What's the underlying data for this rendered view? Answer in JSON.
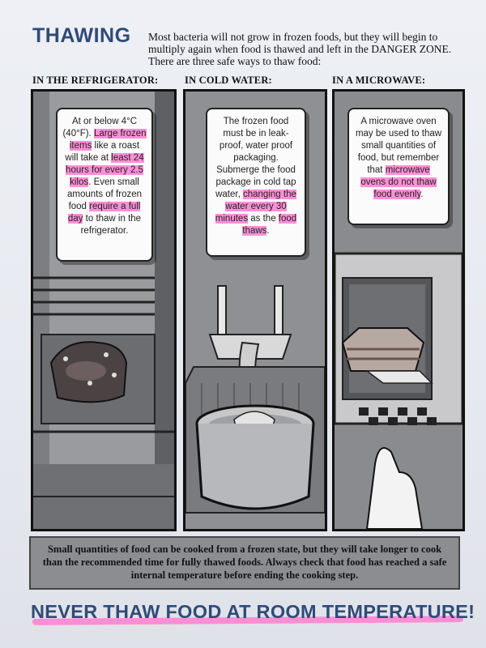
{
  "header": {
    "title": "THAWING",
    "intro": "Most bacteria will not grow in frozen foods, but they will begin to multiply again when food is thawed and left in the DANGER ZONE. There are three safe ways to thaw food:"
  },
  "columns": [
    {
      "heading": "IN THE REFRIGERATOR:",
      "bubble": [
        {
          "text": "At or below 4°C (40°F). "
        },
        {
          "text": "Large frozen items",
          "hl": true
        },
        {
          "text": " like a roast will take at "
        },
        {
          "text": "least 24 hours for every 2.5 kilos",
          "hl": true
        },
        {
          "text": ". Even small amounts of frozen food "
        },
        {
          "text": "require a full day",
          "hl": true
        },
        {
          "text": " to thaw in the refrigerator."
        }
      ]
    },
    {
      "heading": "IN COLD WATER:",
      "bubble": [
        {
          "text": "The frozen food must be in leak-proof, water proof packaging. Submerge the food package in cold tap water, "
        },
        {
          "text": "changing the water every 30 minutes",
          "hl": true
        },
        {
          "text": " as the "
        },
        {
          "text": "food thaws",
          "hl": true
        },
        {
          "text": "."
        }
      ]
    },
    {
      "heading": "IN A MICROWAVE:",
      "bubble": [
        {
          "text": "A microwave oven may be used to thaw small quantities of food, but remember that "
        },
        {
          "text": "microwave ovens do not thaw food evenly",
          "hl": true
        },
        {
          "text": "."
        }
      ]
    }
  ],
  "footer": {
    "note": "Small quantities of food can be cooked from a frozen state, but they will take longer to cook than the recommended time for fully thawed foods. Always check that food has reached a safe internal temperature before ending the cooking step.",
    "warning": "NEVER THAW FOOD AT ROOM TEMPERATURE!"
  },
  "colors": {
    "title_blue": "#2f4b78",
    "highlight_pink": "#ff8fd8",
    "panel_gray": "#8b8c8f"
  }
}
